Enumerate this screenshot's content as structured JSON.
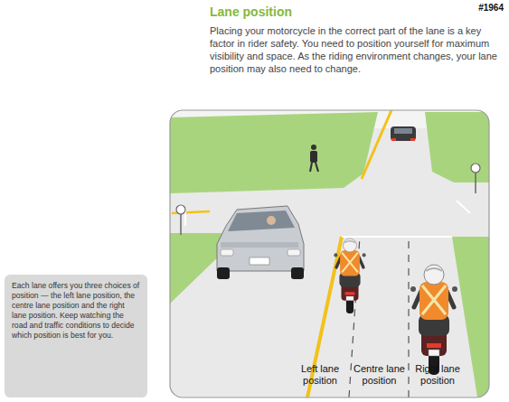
{
  "diagram": {
    "title": "Lane position",
    "nodes": [
      {
        "text": [
          "Each lane offers you three choices of position — the left lane position, the centre lane position and the right lane position. Keep watching the road and traffic conditions to decide which position is best for you."
        ]
      }
    ],
    "labels": [
      "#1964",
      "Placing your motorcycle in the correct part of the lane is a key factor in rider safety. You need to position yourself for maximum visibility and space. As the riding environment changes, your lane position may also need to change.",
      "Left lane position",
      "Centre lane position",
      "Right lane position"
    ]
  }
}
